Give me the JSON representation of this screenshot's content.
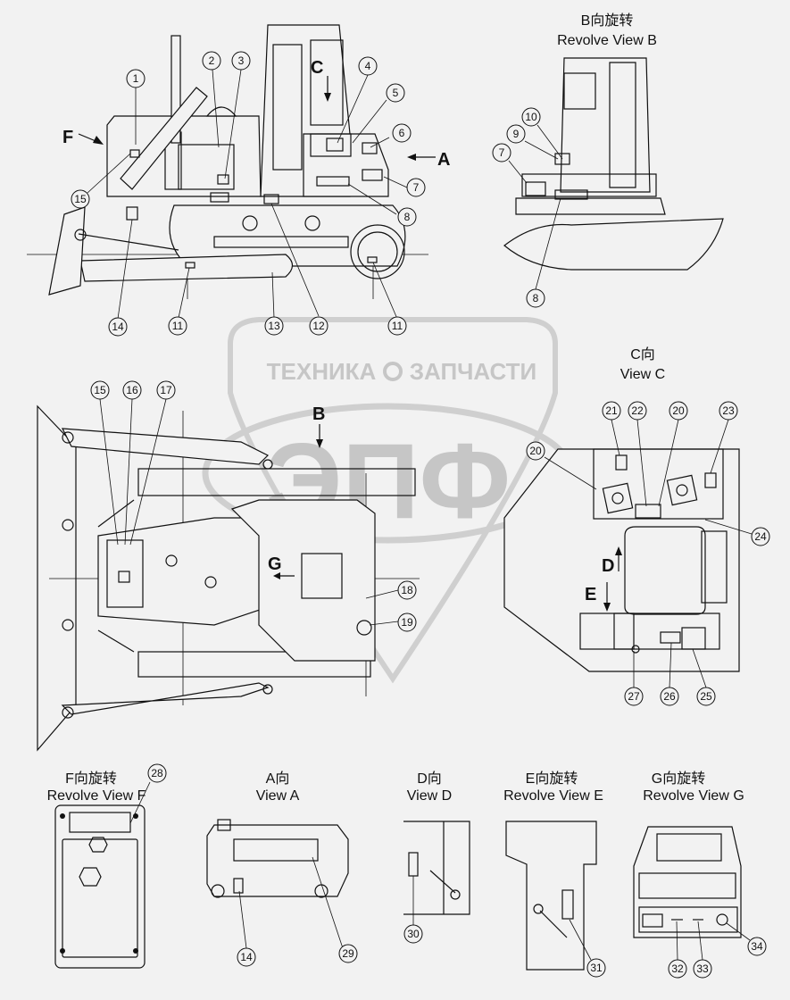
{
  "views": {
    "b_cn": "B向旋转",
    "b_en": "Revolve View B",
    "c_cn": "C向",
    "c_en": "View C",
    "f_cn": "F向旋转",
    "f_en": "Revolve View F",
    "a_cn": "A向",
    "a_en": "View A",
    "d_cn": "D向",
    "d_en": "View D",
    "e_cn": "E向旋转",
    "e_en": "Revolve View E",
    "g_cn": "G向旋转",
    "g_en": "Revolve View G"
  },
  "arrows": {
    "a": "A",
    "b": "B",
    "c": "C",
    "d": "D",
    "e": "E",
    "f": "F",
    "g": "G"
  },
  "watermark": {
    "line1": "ТЕХНИКА",
    "line2": "ЗАПЧАСТИ",
    "logo": "ЭПФ"
  },
  "callouts": {
    "c1": "1",
    "c2": "2",
    "c3": "3",
    "c4": "4",
    "c5": "5",
    "c6": "6",
    "c7": "7",
    "c8": "8",
    "c11a": "11",
    "c11b": "11",
    "c12": "12",
    "c13": "13",
    "c14": "14",
    "c15": "15",
    "b7": "7",
    "b8": "8",
    "b9": "9",
    "b10": "10",
    "p15": "15",
    "p16": "16",
    "p17": "17",
    "p18": "18",
    "p19": "19",
    "v20a": "20",
    "v20b": "20",
    "v21": "21",
    "v22": "22",
    "v23": "23",
    "v24": "24",
    "v25": "25",
    "v26": "26",
    "v27": "27",
    "f28": "28",
    "a14": "14",
    "a29": "29",
    "d30": "30",
    "e31": "31",
    "g32": "32",
    "g33": "33",
    "g34": "34"
  },
  "colors": {
    "line": "#111111",
    "background": "#f2f2f2",
    "watermark": "#c6c6c6"
  }
}
